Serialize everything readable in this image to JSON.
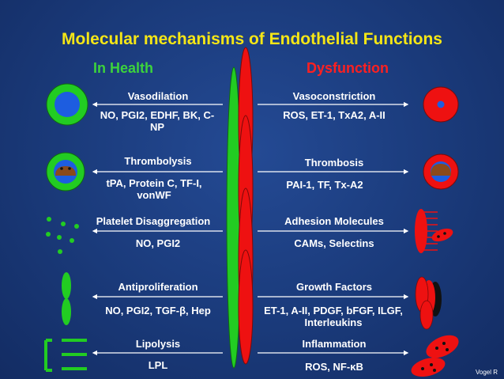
{
  "title": "Molecular mechanisms of  Endothelial  Functions",
  "headers": {
    "health": "In Health",
    "dysfunction": "Dysfunction"
  },
  "left": {
    "r1_title": "Vasodilation",
    "r1_detail": "NO, PGI2, EDHF, BK, C-NP",
    "r2_title": "Thrombolysis",
    "r2_detail": "tPA, Protein C, TF-I, vonWF",
    "r3_title": "Platelet Disaggregation",
    "r3_detail": "NO, PGI2",
    "r4_title": "Antiproliferation",
    "r4_detail": "NO, PGI2, TGF-β, Hep",
    "r5_title": "Lipolysis",
    "r5_detail": "LPL"
  },
  "right": {
    "r1_title": "Vasoconstriction",
    "r1_detail": "ROS, ET-1, TxA2, A-II",
    "r2_title": "Thrombosis",
    "r2_detail": "PAI-1, TF, Tx-A2",
    "r3_title": "Adhesion Molecules",
    "r3_detail": "CAMs, Selectins",
    "r4_title": "Growth Factors",
    "r4_detail": "ET-1, A-II, PDGF, bFGF, ILGF, Interleukins",
    "r5_title": "Inflammation",
    "r5_detail": "ROS, NF-κB"
  },
  "credit": "Vogel R",
  "colors": {
    "background": "#1a3a7a",
    "title": "#f5e616",
    "health": "#22cc22",
    "dysfunction": "#ee1111",
    "vessel_blue": "#1d5de0",
    "clot_brown": "#8b4a1a",
    "label_text": "#ffffff"
  }
}
